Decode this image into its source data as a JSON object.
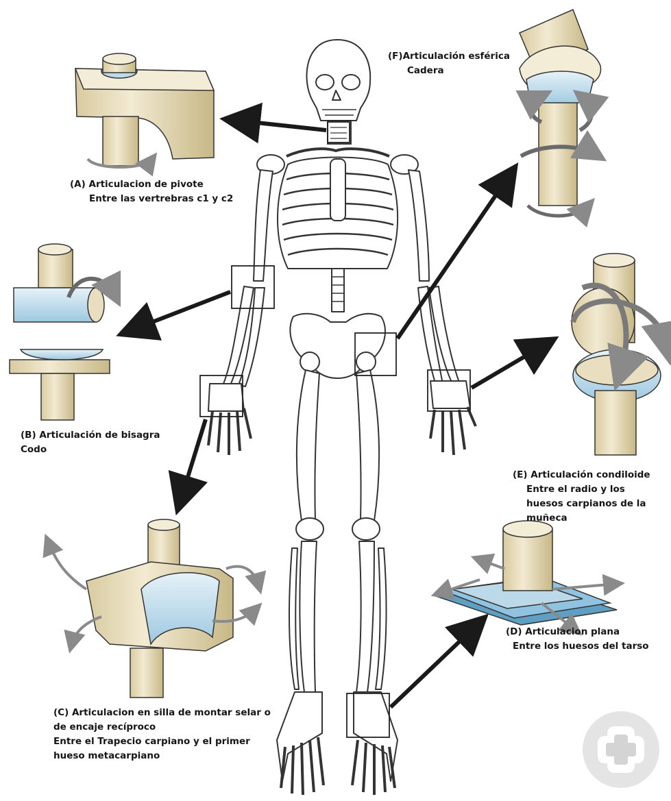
{
  "joints": {
    "a": {
      "letter": "(A)",
      "name": "Articulacion de pivote",
      "detail": "Entre las vertrebras c1 y c2"
    },
    "b": {
      "letter": "(B)",
      "name": "Articulación de bisagra",
      "detail": "Codo"
    },
    "c": {
      "letter": "(C)",
      "name": "Articulacion en silla de montar selar o",
      "name2": "de encaje recíproco",
      "detail": "Entre el Trapecio carpiano y el primer",
      "detail2": "hueso metacarpiano"
    },
    "d": {
      "letter": "(D)",
      "name": "Articulacion plana",
      "detail": "Entre los huesos del tarso"
    },
    "e": {
      "letter": "(E)",
      "name": "Articulación condiloide",
      "detail": "Entre el radio y los",
      "detail2": "huesos carpianos de la",
      "detail3": "muñeca"
    },
    "f": {
      "letter": "(F)",
      "name": "Articulación esférica",
      "detail": "Cadera"
    }
  },
  "colors": {
    "bone": "#e9dfc0",
    "bone_dark": "#c9b98a",
    "cartilage": "#bcd9ea",
    "plane_blue": "#8fc3df",
    "arrow": "#1a1a1a",
    "outline": "#333333",
    "rotation_arrow": "#8a8a8a"
  },
  "icons": {
    "watermark": "medical-cross-logo-icon"
  }
}
